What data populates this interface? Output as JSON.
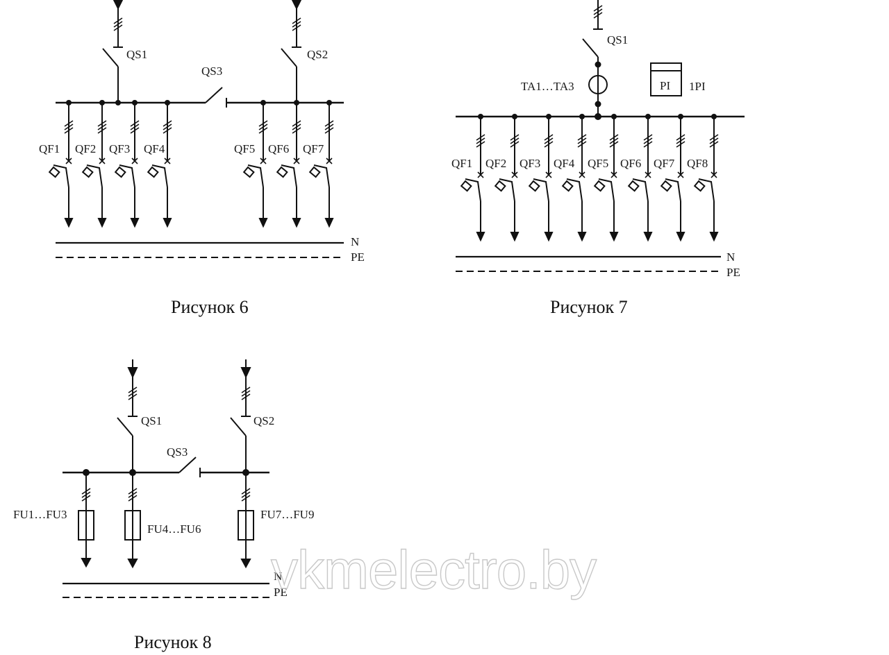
{
  "figures": [
    {
      "caption": "Рисунок 6",
      "switches": [
        "QS1",
        "QS2",
        "QS3"
      ],
      "breakers": [
        "QF1",
        "QF2",
        "QF3",
        "QF4",
        "QF5",
        "QF6",
        "QF7"
      ],
      "buses": [
        "N",
        "PE"
      ]
    },
    {
      "caption": "Рисунок 7",
      "switches": [
        "QS1"
      ],
      "current_transformer": "TA1…TA3",
      "meter_symbol": "PI",
      "meter_label": "1PI",
      "breakers": [
        "QF1",
        "QF2",
        "QF3",
        "QF4",
        "QF5",
        "QF6",
        "QF7",
        "QF8"
      ],
      "buses": [
        "N",
        "PE"
      ]
    },
    {
      "caption": "Рисунок 8",
      "switches": [
        "QS1",
        "QS2",
        "QS3"
      ],
      "fuses": [
        "FU1…FU3",
        "FU4…FU6",
        "FU7…FU9"
      ],
      "buses": [
        "N",
        "PE"
      ]
    }
  ],
  "watermark": "vkmelectro.by",
  "colors": {
    "line": "#111111",
    "watermark": "#c8c8c8"
  }
}
